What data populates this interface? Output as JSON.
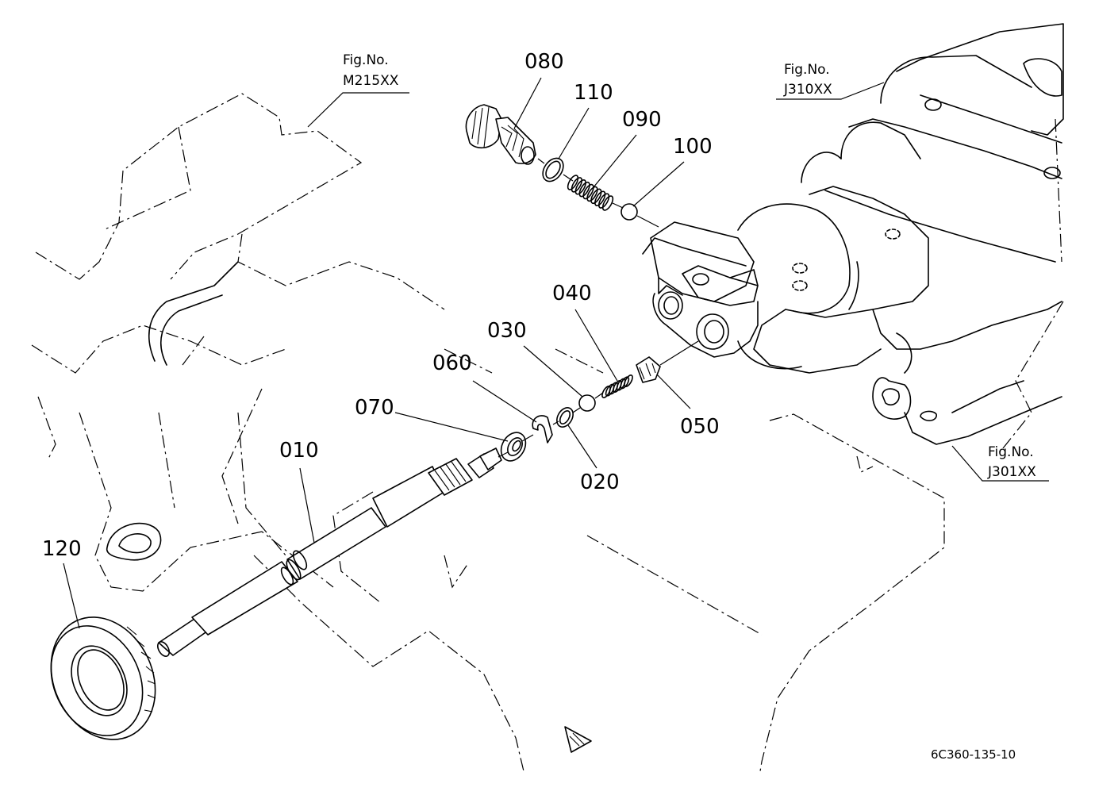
{
  "diagram": {
    "parts": [
      {
        "id": "p080",
        "label": "080"
      },
      {
        "id": "p110",
        "label": "110"
      },
      {
        "id": "p090",
        "label": "090"
      },
      {
        "id": "p100",
        "label": "100"
      },
      {
        "id": "p040",
        "label": "040"
      },
      {
        "id": "p030",
        "label": "030"
      },
      {
        "id": "p060",
        "label": "060"
      },
      {
        "id": "p070",
        "label": "070"
      },
      {
        "id": "p050",
        "label": "050"
      },
      {
        "id": "p020",
        "label": "020"
      },
      {
        "id": "p010",
        "label": "010"
      },
      {
        "id": "p120",
        "label": "120"
      }
    ],
    "references": [
      {
        "line1": "Fig.No.",
        "line2": "M215XX"
      },
      {
        "line1": "Fig.No.",
        "line2": "J310XX"
      },
      {
        "line1": "Fig.No.",
        "line2": "J301XX"
      }
    ],
    "drawing_code": "6C360-135-10"
  }
}
